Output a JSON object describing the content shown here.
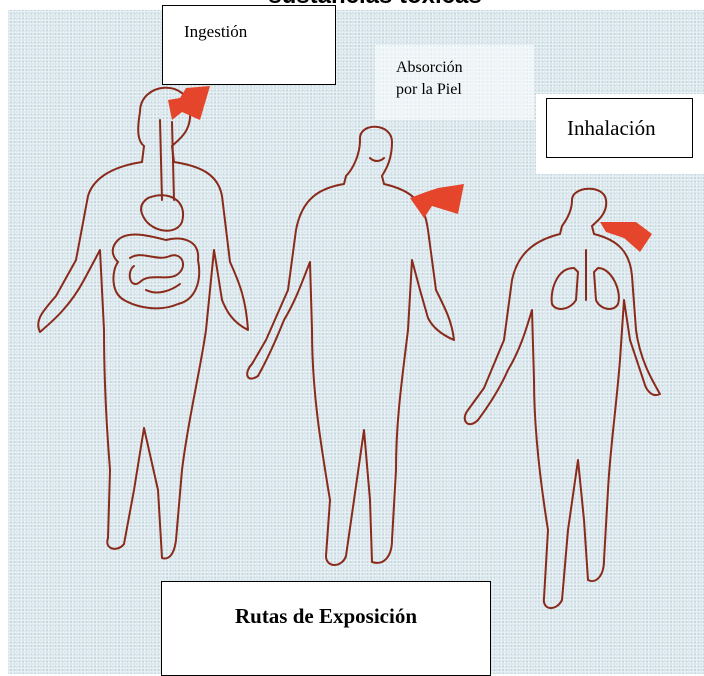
{
  "title": "sustancias tóxicas",
  "labels": {
    "ingestion": "Ingestión",
    "absorption": "Absorción\npor la Piel",
    "inhalation": "Inhalación"
  },
  "caption": "Rutas de Exposición",
  "colors": {
    "background": "#d9e7ed",
    "outline": "#8a2a1a",
    "arrow": "#e5452a"
  }
}
